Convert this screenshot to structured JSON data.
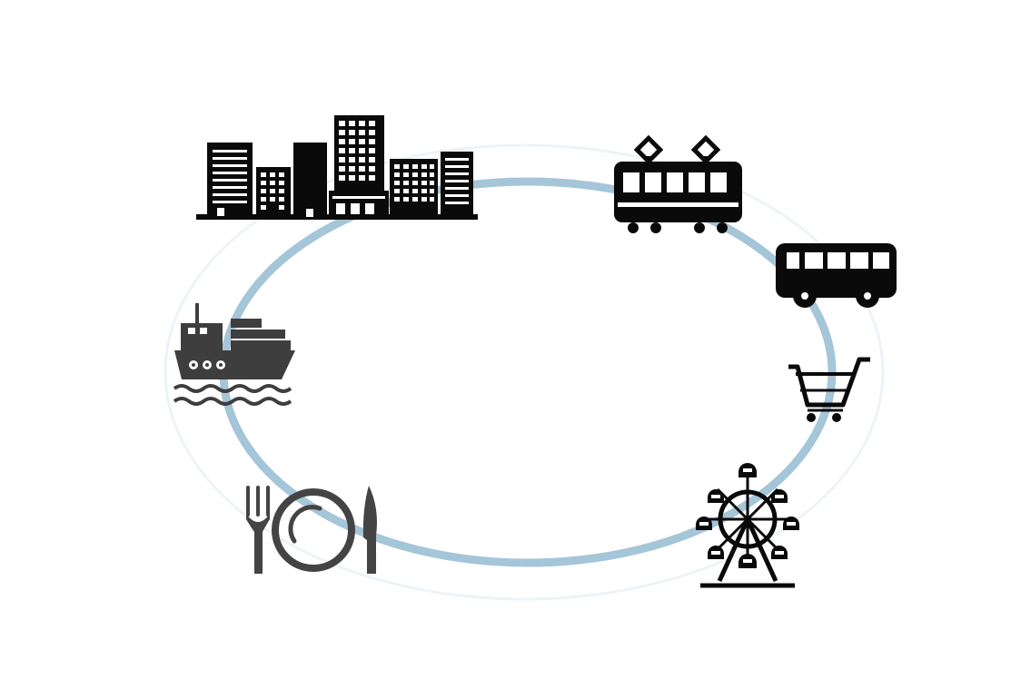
{
  "colors": {
    "ring": "#a5c5d8",
    "ring_halo": "#eef3f7",
    "icon_black": "#0a0a0a",
    "icon_dark_gray": "#3e3e3e",
    "icon_gray": "#444444",
    "background": "#ffffff"
  },
  "icons": [
    {
      "name": "city-buildings-icon",
      "meaning": "city"
    },
    {
      "name": "tram-icon",
      "meaning": "tram"
    },
    {
      "name": "bus-icon",
      "meaning": "bus"
    },
    {
      "name": "shopping-cart-icon",
      "meaning": "shopping"
    },
    {
      "name": "ferris-wheel-icon",
      "meaning": "amusement park"
    },
    {
      "name": "dining-icon",
      "meaning": "dining"
    },
    {
      "name": "cargo-ship-icon",
      "meaning": "ship"
    }
  ]
}
